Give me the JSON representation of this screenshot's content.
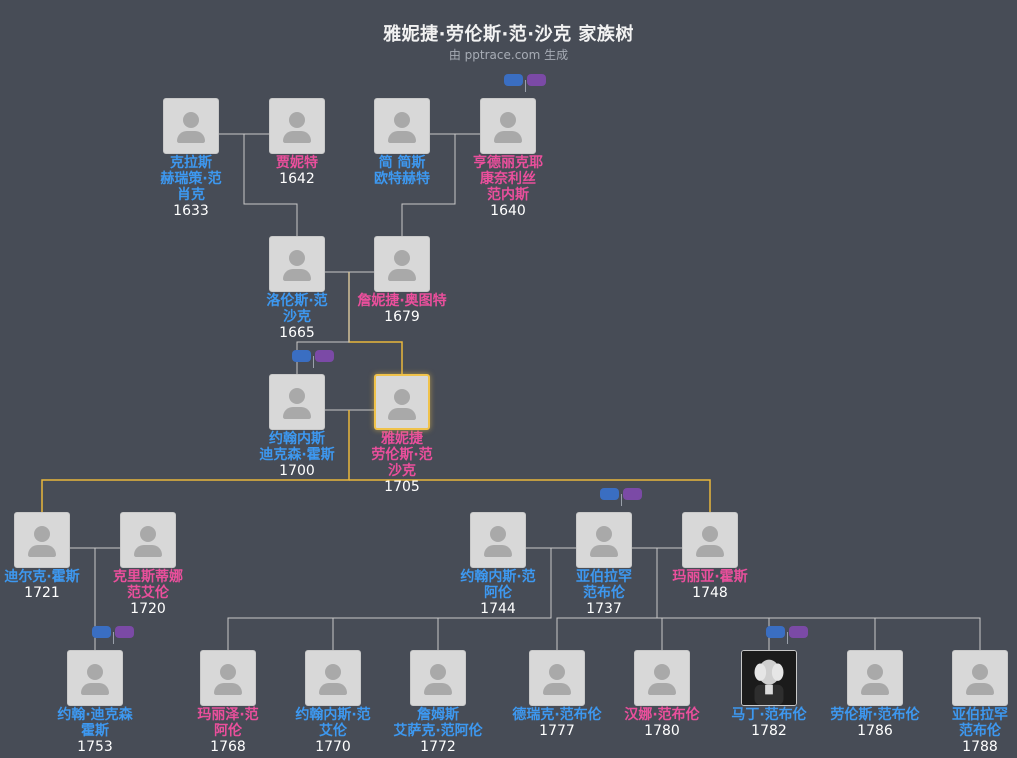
{
  "header": {
    "title": "雅妮捷·劳伦斯·范·沙克 家族树",
    "subtitle": "由 pptrace.com 生成"
  },
  "colors": {
    "background": "#474c56",
    "male": "#3d98f0",
    "female": "#ea4f9c",
    "line": "#c8c8c8",
    "highlight_line": "#e8b63c"
  },
  "people": [
    {
      "name": "克拉斯 赫瑞策·范 肖克",
      "year": "1633",
      "gender": "m"
    },
    {
      "name": "贾妮特",
      "year": "1642",
      "gender": "f"
    },
    {
      "name": "简 简斯 欧特赫特",
      "year": "",
      "gender": "m"
    },
    {
      "name": "亨德丽克耶 康奈利丝 范内斯",
      "year": "1640",
      "gender": "f"
    },
    {
      "name": "洛伦斯·范 沙克",
      "year": "1665",
      "gender": "m"
    },
    {
      "name": "詹妮捷·奥图特",
      "year": "1679",
      "gender": "f"
    },
    {
      "name": "约翰内斯 迪克森·霍斯",
      "year": "1700",
      "gender": "m"
    },
    {
      "name": "雅妮捷 劳伦斯·范 沙克",
      "year": "1705",
      "gender": "f",
      "selected": true
    },
    {
      "name": "迪尔克·霍斯",
      "year": "1721",
      "gender": "m"
    },
    {
      "name": "克里斯蒂娜 范艾伦",
      "year": "1720",
      "gender": "f"
    },
    {
      "name": "约翰内斯·范 阿伦",
      "year": "1744",
      "gender": "m"
    },
    {
      "name": "亚伯拉罕 范布伦",
      "year": "1737",
      "gender": "m"
    },
    {
      "name": "玛丽亚·霍斯",
      "year": "1748",
      "gender": "f"
    },
    {
      "name": "约翰·迪克森 霍斯",
      "year": "1753",
      "gender": "m"
    },
    {
      "name": "玛丽泽·范 阿伦",
      "year": "1768",
      "gender": "f"
    },
    {
      "name": "约翰内斯·范 艾伦",
      "year": "1770",
      "gender": "m"
    },
    {
      "name": "詹姆斯 艾萨克·范阿伦",
      "year": "1772",
      "gender": "m"
    },
    {
      "name": "德瑞克·范布伦",
      "year": "1777",
      "gender": "m"
    },
    {
      "name": "汉娜·范布伦",
      "year": "1780",
      "gender": "f"
    },
    {
      "name": "马丁·范布伦",
      "year": "1782",
      "gender": "m",
      "portrait": true
    },
    {
      "name": "劳伦斯·范布伦",
      "year": "1786",
      "gender": "m"
    },
    {
      "name": "亚伯拉罕 范布伦",
      "year": "1788",
      "gender": "m"
    }
  ]
}
